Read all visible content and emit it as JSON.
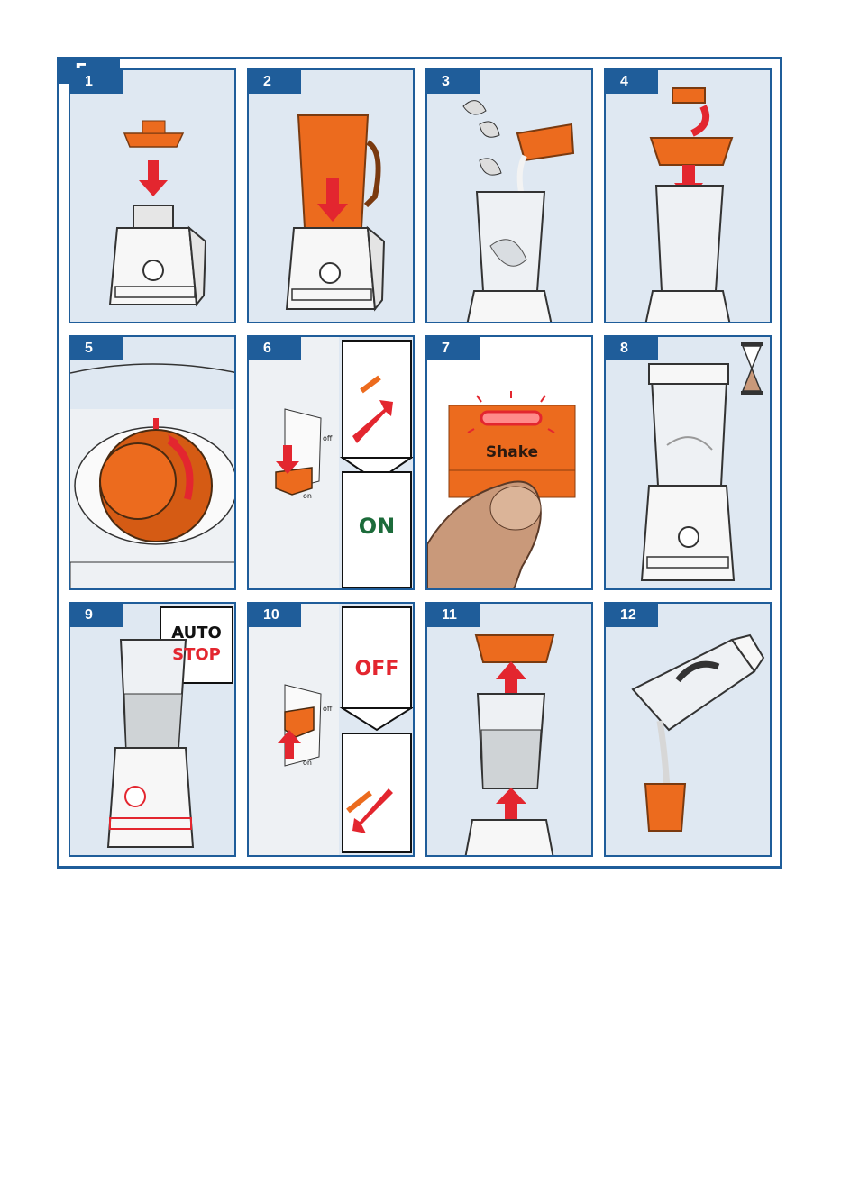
{
  "section": {
    "label": "F"
  },
  "steps": [
    {
      "number": "1"
    },
    {
      "number": "2"
    },
    {
      "number": "3"
    },
    {
      "number": "4"
    },
    {
      "number": "5"
    },
    {
      "number": "6",
      "switch_off": "off",
      "switch_on": "on",
      "state": "ON"
    },
    {
      "number": "7",
      "button_label": "Shake"
    },
    {
      "number": "8"
    },
    {
      "number": "9",
      "auto_label": "AUTO",
      "stop_label": "STOP"
    },
    {
      "number": "10",
      "switch_off": "off",
      "switch_on": "on",
      "state": "OFF"
    },
    {
      "number": "11"
    },
    {
      "number": "12"
    }
  ],
  "colors": {
    "frame_blue": "#1f5d9a",
    "panel_bg": "#dfe8f2",
    "accent_orange": "#ec6b1e",
    "arrow_red": "#e3262f",
    "on_green": "#1c6b3a"
  }
}
